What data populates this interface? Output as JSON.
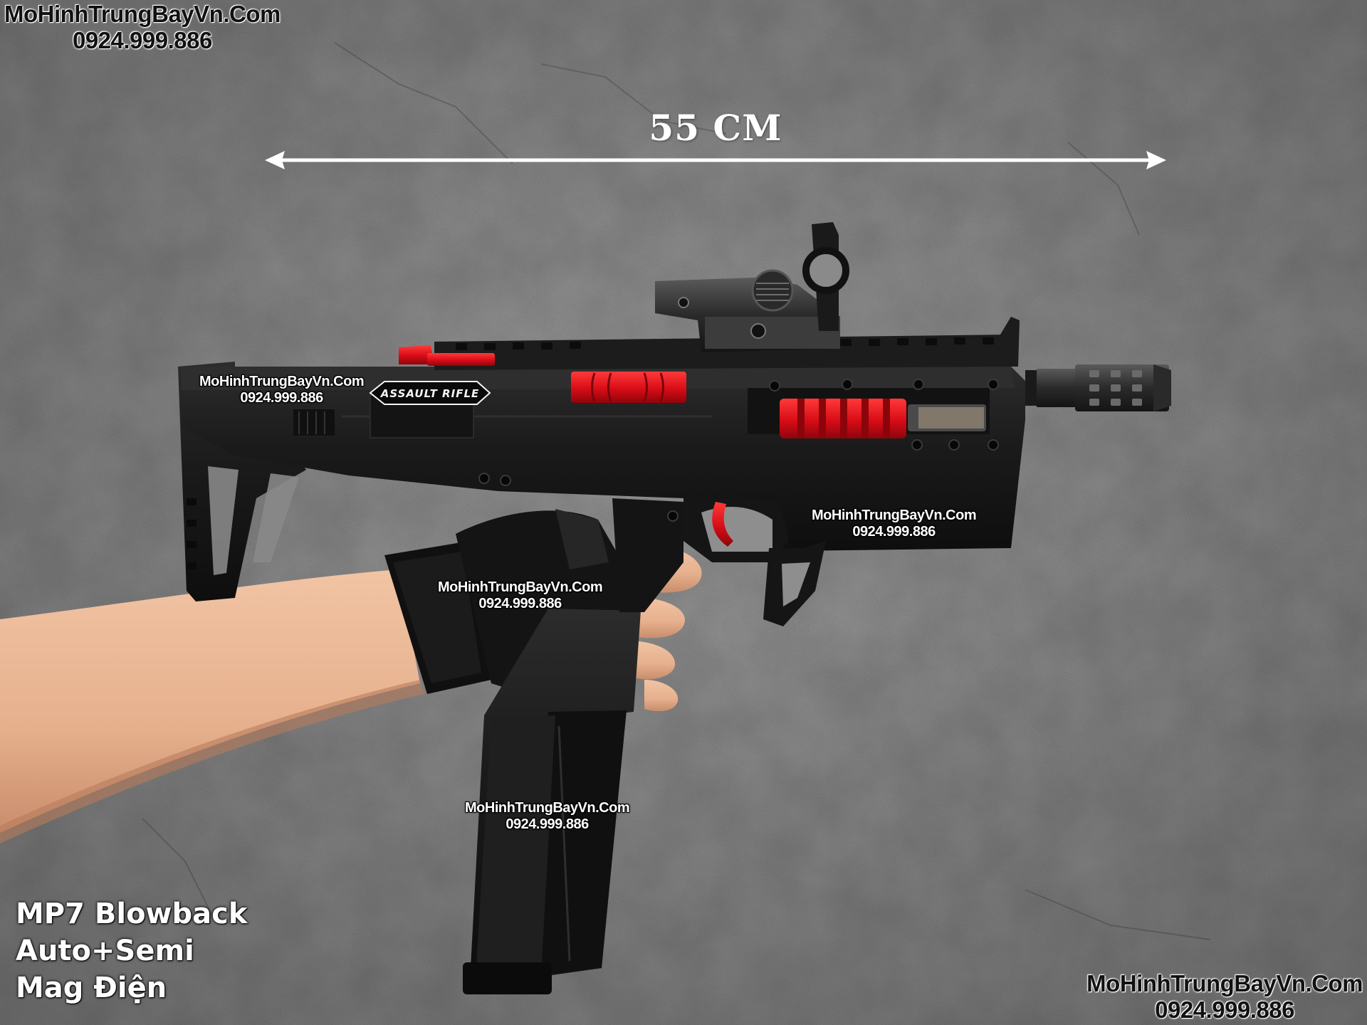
{
  "measurement": {
    "label": "55 CM"
  },
  "watermarks": {
    "site": "MoHinhTrungBayVn.Com",
    "phone": "0924.999.886"
  },
  "engraving": {
    "text": "ASSAULT RIFLE"
  },
  "caption": {
    "line1": "MP7 Blowback",
    "line2": "Auto+Semi",
    "line3": "Mag Điện"
  },
  "colors": {
    "accent_red": "#e0141e",
    "gun_black": "#161616",
    "wall_gray": "#8e8e8e"
  }
}
